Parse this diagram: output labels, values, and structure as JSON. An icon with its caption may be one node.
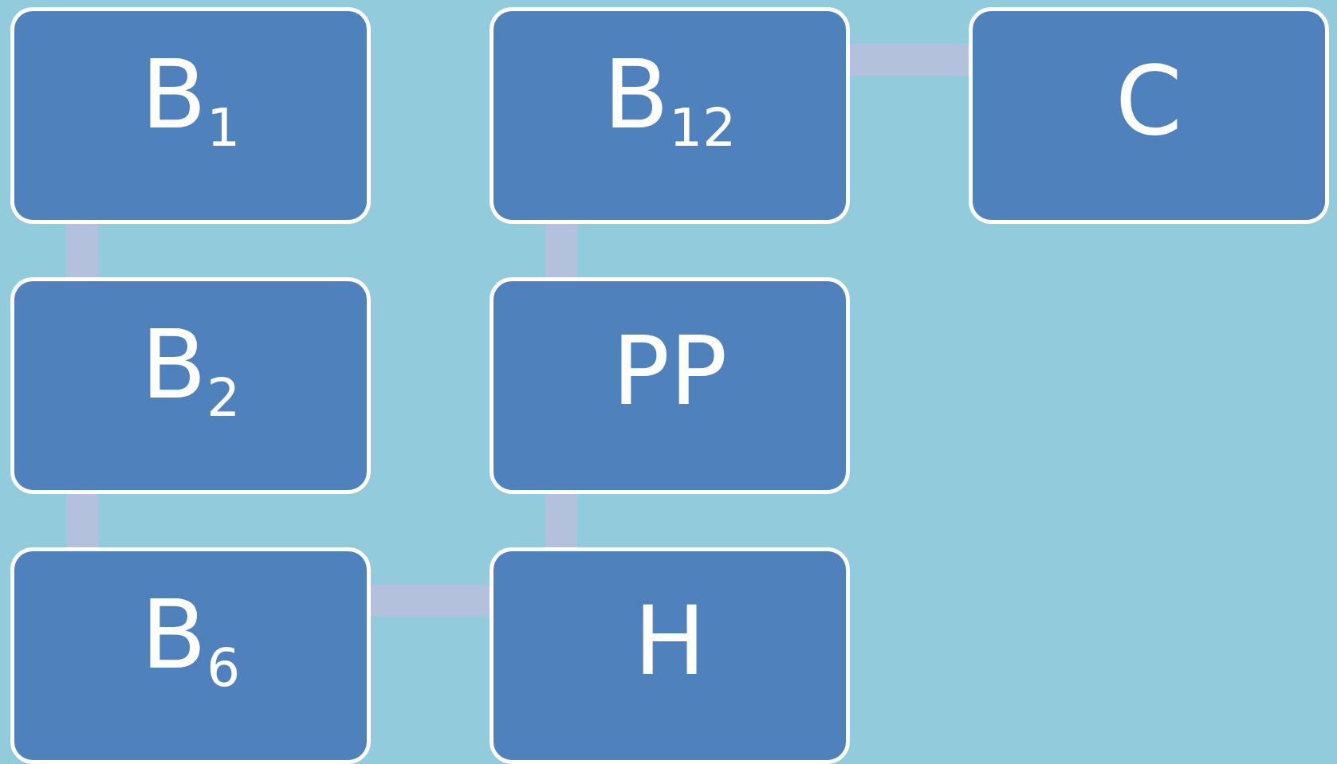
{
  "diagram": {
    "nodes": [
      {
        "text": [
          "B$_{1}$"
        ]
      },
      {
        "text": [
          "B$_{12}$"
        ]
      },
      {
        "text": [
          "C"
        ]
      },
      {
        "text": [
          "B$_{2}$"
        ]
      },
      {
        "text": [
          "PP"
        ]
      },
      {
        "text": [
          "B$_{6}$"
        ]
      },
      {
        "text": [
          "H"
        ]
      }
    ],
    "edges": [
      {
        "from": 0,
        "to": 3,
        "arrow": "none"
      },
      {
        "from": 3,
        "to": 5,
        "arrow": "none"
      },
      {
        "from": 5,
        "to": 6,
        "arrow": "none"
      },
      {
        "from": 6,
        "to": 4,
        "arrow": "none"
      },
      {
        "from": 4,
        "to": 1,
        "arrow": "none"
      },
      {
        "from": 1,
        "to": 2,
        "arrow": "none"
      }
    ]
  }
}
